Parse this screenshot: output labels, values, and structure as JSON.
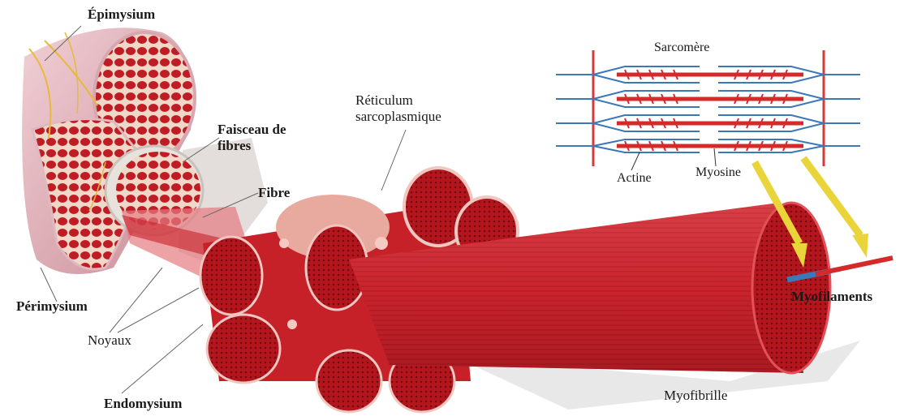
{
  "labels": {
    "epimysium": "Épimysium",
    "faisceau": "Faisceau de fibres",
    "fibre": "Fibre",
    "reticulum": "Réticulum sarcoplasmique",
    "perimysium": "Périmysium",
    "noyaux": "Noyaux",
    "endomysium": "Endomysium",
    "sarcomere": "Sarcomère",
    "actine": "Actine",
    "myosine": "Myosine",
    "myofilaments": "Myofilaments",
    "myofibrille": "Myofibrille"
  },
  "colors": {
    "muscle_red": "#c8202a",
    "muscle_dark": "#8e0d14",
    "muscle_light": "#e24b50",
    "membrane_pink": "#e8b4bd",
    "actin_blue": "#3a78b8",
    "myosin_red": "#d42a2a",
    "arrow_yellow": "#e9d43a",
    "nerve_yellow": "#e7b93c"
  }
}
